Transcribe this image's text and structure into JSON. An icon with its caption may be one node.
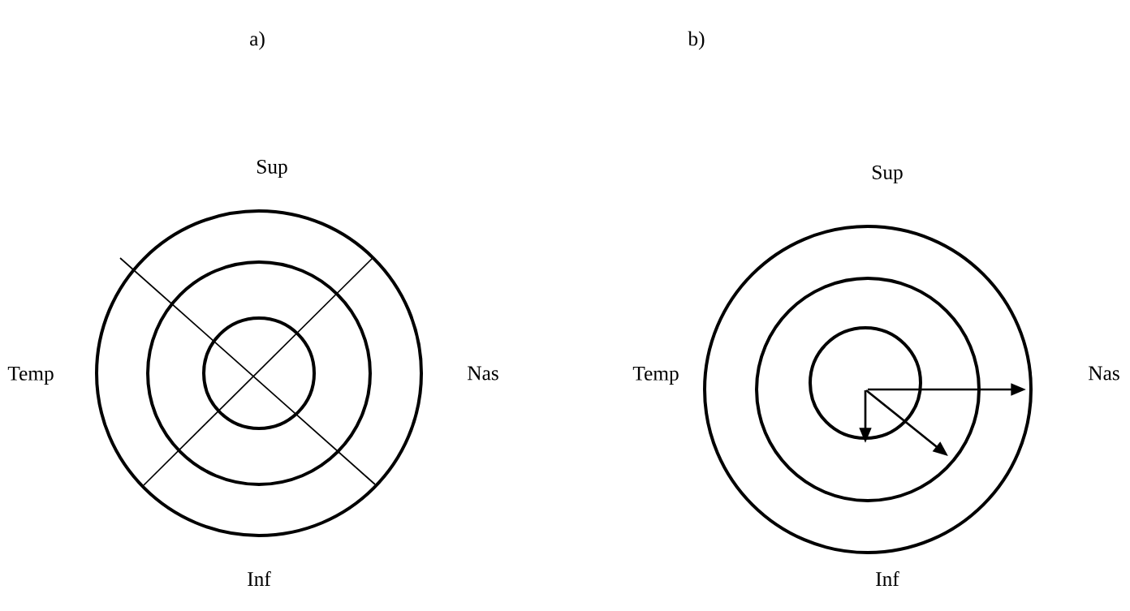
{
  "diagram": {
    "labels": [
      "a)",
      "b)",
      "Sup",
      "Sup",
      "Temp",
      "Nas",
      "Temp",
      "Nas",
      "Inf",
      "Inf"
    ]
  }
}
